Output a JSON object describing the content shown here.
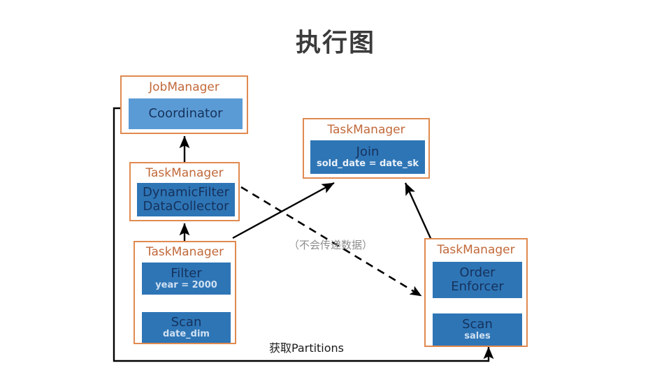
{
  "title": "执行图",
  "colors": {
    "container_border": "#e08a50",
    "container_label": "#c1693a",
    "box_light_blue": "#5b9bd5",
    "box_dark_blue": "#2e75b6",
    "box_text": "#15325c",
    "sub_text": "#e9f1f9",
    "title_text": "#3b3b3b",
    "annotation_gray": "#8d8d8d",
    "arrow_black": "#000000"
  },
  "containers": {
    "job_manager": {
      "label": "JobManager",
      "node": {
        "title": "Coordinator",
        "sub": ""
      }
    },
    "task_manager_collector": {
      "label": "TaskManager",
      "node": {
        "title_line1": "DynamicFilter",
        "title_line2": "DataCollector"
      }
    },
    "task_manager_join": {
      "label": "TaskManager",
      "node": {
        "title": "Join",
        "sub": "sold_date = date_sk"
      }
    },
    "task_manager_scan_date": {
      "label": "TaskManager",
      "nodes": [
        {
          "title": "Filter",
          "sub": "year = 2000"
        },
        {
          "title": "Scan",
          "sub": "date_dim"
        }
      ]
    },
    "task_manager_scan_sales": {
      "label": "TaskManager",
      "nodes": [
        {
          "title_line1": "Order",
          "title_line2": "Enforcer",
          "sub": ""
        },
        {
          "title": "Scan",
          "sub": "sales"
        }
      ]
    }
  },
  "annotations": {
    "no_data_transfer": "（不会传递数据）",
    "get_partitions": "获取Partitions"
  },
  "edges": [
    {
      "name": "collector-to-coordinator",
      "style": "solid",
      "from": "DynamicFilterDataCollector",
      "to": "Coordinator"
    },
    {
      "name": "filter-to-collector",
      "style": "solid",
      "from": "Filter",
      "to": "DynamicFilterDataCollector"
    },
    {
      "name": "scan-date-to-filter",
      "style": "solid",
      "from": "Scan date_dim",
      "to": "Filter"
    },
    {
      "name": "taskmanager-date-to-join",
      "style": "solid",
      "from": "TaskManager(date_dim)",
      "to": "Join"
    },
    {
      "name": "orderenforcer-to-join",
      "style": "solid",
      "from": "Order Enforcer",
      "to": "Join"
    },
    {
      "name": "scan-sales-to-orderenforcer",
      "style": "solid",
      "from": "Scan sales",
      "to": "Order Enforcer"
    },
    {
      "name": "collector-to-orderenforcer",
      "style": "dashed",
      "from": "DynamicFilterDataCollector",
      "to": "Order Enforcer",
      "label": "（不会传递数据）"
    },
    {
      "name": "coordinator-to-scan-sales",
      "style": "solid",
      "from": "Coordinator",
      "to": "Scan sales",
      "label": "获取Partitions"
    }
  ]
}
